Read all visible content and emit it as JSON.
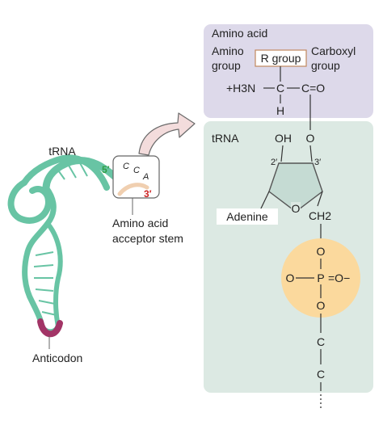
{
  "colors": {
    "amino_panel": "#ddd9ea",
    "trna_panel": "#dce9e3",
    "trna_strand": "#68c4a4",
    "anticodon": "#a23466",
    "phosphate": "#fbd99d",
    "sugar_fill": "#c5dbd3",
    "arrow_fill": "#f3dcdc",
    "arrow_stroke": "#6a6a6a",
    "five_prime": "#2f9e44",
    "three_prime": "#cc2222",
    "stem_tail": "#f0cfb0"
  },
  "amino_acid": {
    "title": "Amino acid",
    "amino_group": [
      "Amino",
      "group"
    ],
    "r_group": "R group",
    "carboxyl_group": [
      "Carboxyl",
      "group"
    ],
    "h3n": "+H3N",
    "c_alpha": "C",
    "carbonyl": "C=O",
    "hydrogen": "H"
  },
  "trna_panel": {
    "title": "tRNA",
    "oh": "OH",
    "ester_o": "O",
    "two_prime": "2′",
    "three_prime": "3′",
    "ring_o": "O",
    "adenine": "Adenine",
    "ch2": "CH2",
    "phosphate": {
      "o_top": "O",
      "o_left": "O",
      "p": "P",
      "o_right": "=O−",
      "o_bottom": "O"
    },
    "backbone": [
      "C",
      "C"
    ]
  },
  "trna_molecule": {
    "label": "tRNA",
    "five_prime": "5′",
    "three_prime": "3′",
    "cca": [
      "C",
      "C",
      "A"
    ],
    "acceptor_stem": [
      "Amino acid",
      "acceptor stem"
    ],
    "anticodon": "Anticodon"
  }
}
